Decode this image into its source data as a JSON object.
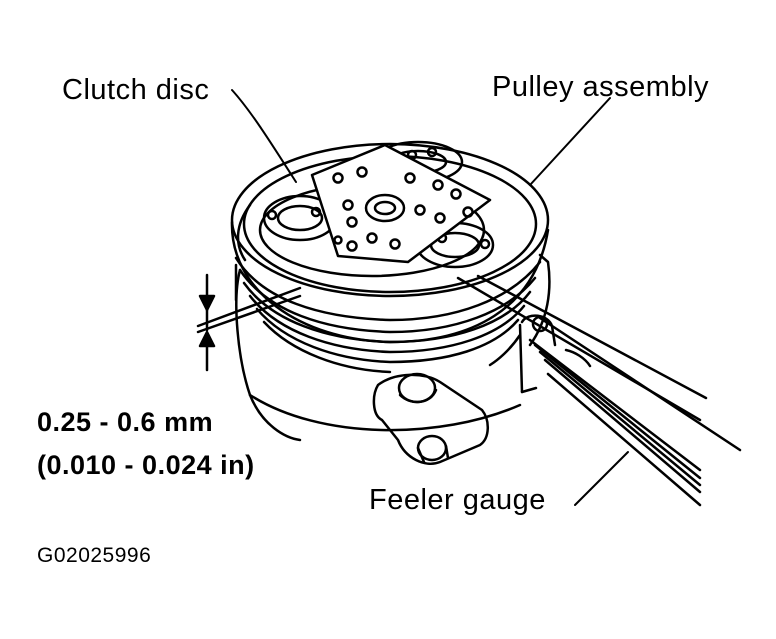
{
  "labels": {
    "clutch_disc": "Clutch disc",
    "pulley_assembly": "Pulley assembly",
    "feeler_gauge": "Feeler gauge"
  },
  "specification": {
    "metric": "0.25 - 0.6 mm",
    "imperial": "(0.010 - 0.024 in)"
  },
  "figure_code": "G02025996",
  "colors": {
    "ink": "#000000",
    "paper": "#ffffff"
  }
}
